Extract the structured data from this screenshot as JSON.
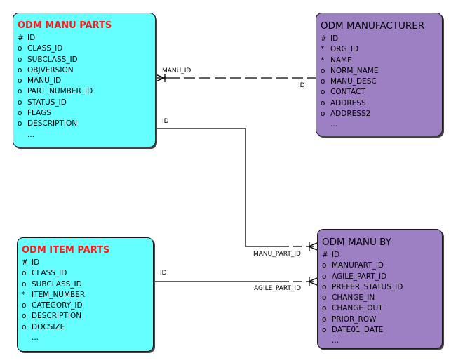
{
  "entities": {
    "manu_parts": {
      "title": "ODM MANU PARTS",
      "rows": [
        {
          "mark": "#",
          "name": "ID"
        },
        {
          "mark": "o",
          "name": "CLASS_ID"
        },
        {
          "mark": "o",
          "name": "SUBCLASS_ID"
        },
        {
          "mark": "o",
          "name": "OBJVERSION"
        },
        {
          "mark": "o",
          "name": "MANU_ID"
        },
        {
          "mark": "o",
          "name": "PART_NUMBER_ID"
        },
        {
          "mark": "o",
          "name": "STATUS_ID"
        },
        {
          "mark": "o",
          "name": "FLAGS"
        },
        {
          "mark": "o",
          "name": "DESCRIPTION"
        },
        {
          "mark": "",
          "name": "..."
        }
      ]
    },
    "manufacturer": {
      "title": "ODM MANUFACTURER",
      "rows": [
        {
          "mark": "#",
          "name": "ID"
        },
        {
          "mark": "*",
          "name": "ORG_ID"
        },
        {
          "mark": "*",
          "name": "NAME"
        },
        {
          "mark": "o",
          "name": "NORM_NAME"
        },
        {
          "mark": "o",
          "name": "MANU_DESC"
        },
        {
          "mark": "o",
          "name": "CONTACT"
        },
        {
          "mark": "o",
          "name": "ADDRESS"
        },
        {
          "mark": "o",
          "name": "ADDRESS2"
        },
        {
          "mark": "",
          "name": "..."
        }
      ]
    },
    "item_parts": {
      "title": "ODM ITEM PARTS",
      "rows": [
        {
          "mark": "#",
          "name": "ID"
        },
        {
          "mark": "o",
          "name": "CLASS_ID"
        },
        {
          "mark": "o",
          "name": "SUBCLASS_ID"
        },
        {
          "mark": "*",
          "name": "ITEM_NUMBER"
        },
        {
          "mark": "o",
          "name": "CATEGORY_ID"
        },
        {
          "mark": "o",
          "name": "DESCRIPTION"
        },
        {
          "mark": "o",
          "name": "DOCSIZE"
        },
        {
          "mark": "",
          "name": "..."
        }
      ]
    },
    "manu_by": {
      "title": "ODM MANU BY",
      "rows": [
        {
          "mark": "#",
          "name": "ID"
        },
        {
          "mark": "o",
          "name": "MANUPART_ID"
        },
        {
          "mark": "o",
          "name": "AGILE_PART_ID"
        },
        {
          "mark": "o",
          "name": "PREFER_STATUS_ID"
        },
        {
          "mark": "o",
          "name": "CHANGE_IN"
        },
        {
          "mark": "o",
          "name": "CHANGE_OUT"
        },
        {
          "mark": "o",
          "name": "PRIOR_ROW"
        },
        {
          "mark": "o",
          "name": "DATE01_DATE"
        },
        {
          "mark": "",
          "name": "..."
        }
      ]
    }
  },
  "relationship_labels": {
    "manu_id": "MANU_ID",
    "manufacturer_id": "ID",
    "manu_parts_id": "ID",
    "manu_part_id": "MANU_PART_ID",
    "item_parts_id": "ID",
    "agile_part_id": "AGILE_PART_ID"
  },
  "colors": {
    "cyan_entity": "#66ffff",
    "purple_entity": "#9d7fc4",
    "red_title": "#ff1a1a"
  }
}
